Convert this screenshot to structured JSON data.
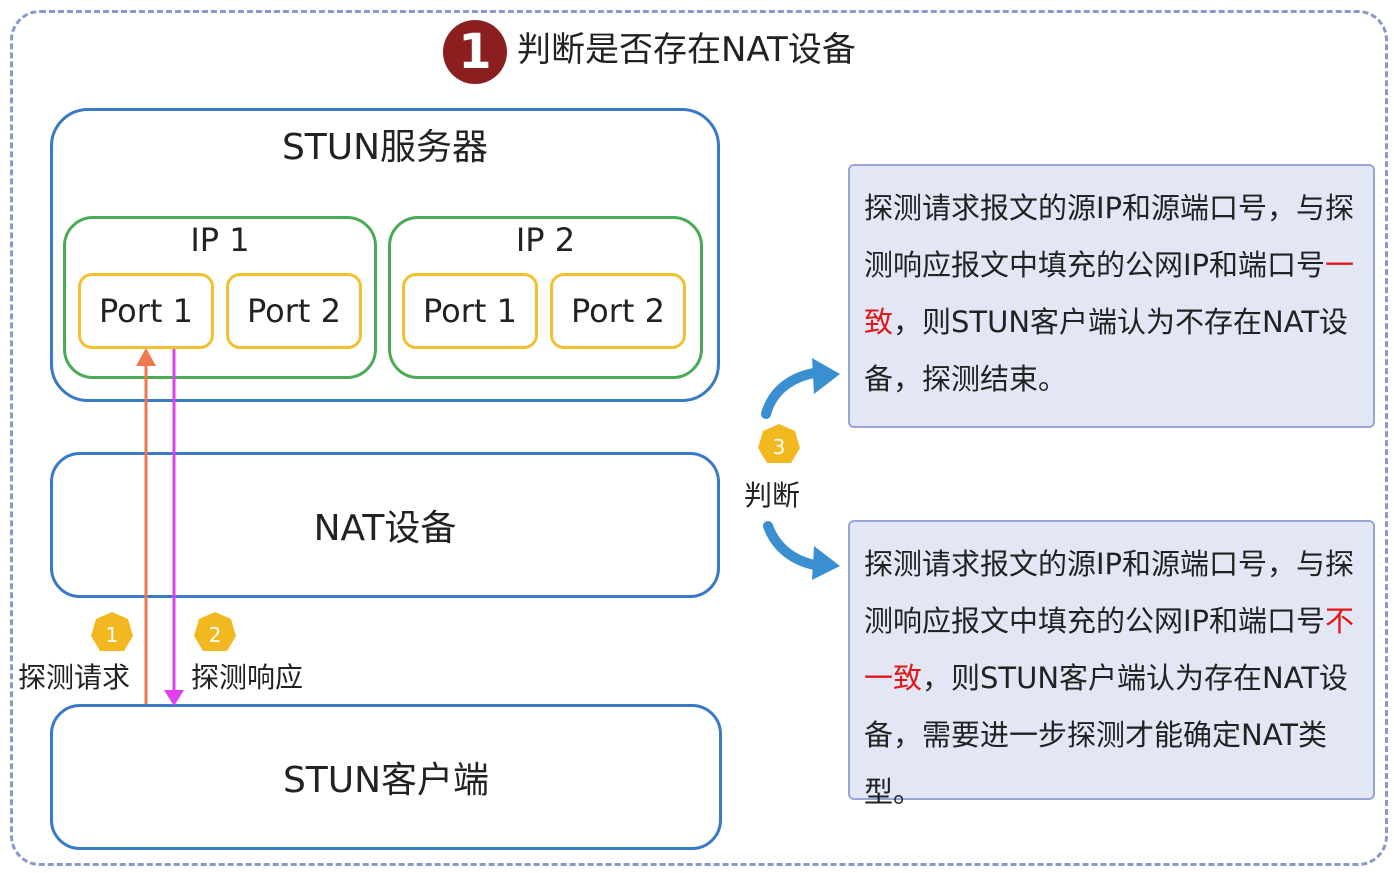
{
  "header": {
    "step_number": "1",
    "title": "判断是否存在NAT设备"
  },
  "server": {
    "title": "STUN服务器",
    "ips": [
      {
        "label": "IP 1",
        "ports": [
          "Port 1",
          "Port 2"
        ]
      },
      {
        "label": "IP 2",
        "ports": [
          "Port 1",
          "Port 2"
        ]
      }
    ]
  },
  "nat": {
    "label": "NAT设备"
  },
  "client": {
    "label": "STUN客户端"
  },
  "flows": {
    "request": {
      "number": "1",
      "label": "探测请求",
      "color": "#f07850"
    },
    "response": {
      "number": "2",
      "label": "探测响应",
      "color": "#e040f0"
    },
    "judge": {
      "number": "3",
      "label": "判断"
    }
  },
  "colors": {
    "badge_yellow": "#f2b820",
    "badge_red": "#8b1e1e",
    "arrow_blue": "#3a8fd0",
    "highlight_red": "#e01818"
  },
  "results": {
    "consistent": {
      "before": "探测请求报文的源IP和源端口号，与探测响应报文中填充的公网IP和端口号",
      "highlight": "一致",
      "after": "，则STUN客户端认为不存在NAT设备，探测结束。"
    },
    "inconsistent": {
      "before": "探测请求报文的源IP和源端口号，与探测响应报文中填充的公网IP和端口号",
      "highlight": "不一致",
      "after": "，则STUN客户端认为存在NAT设备，需要进一步探测才能确定NAT类型。"
    }
  }
}
